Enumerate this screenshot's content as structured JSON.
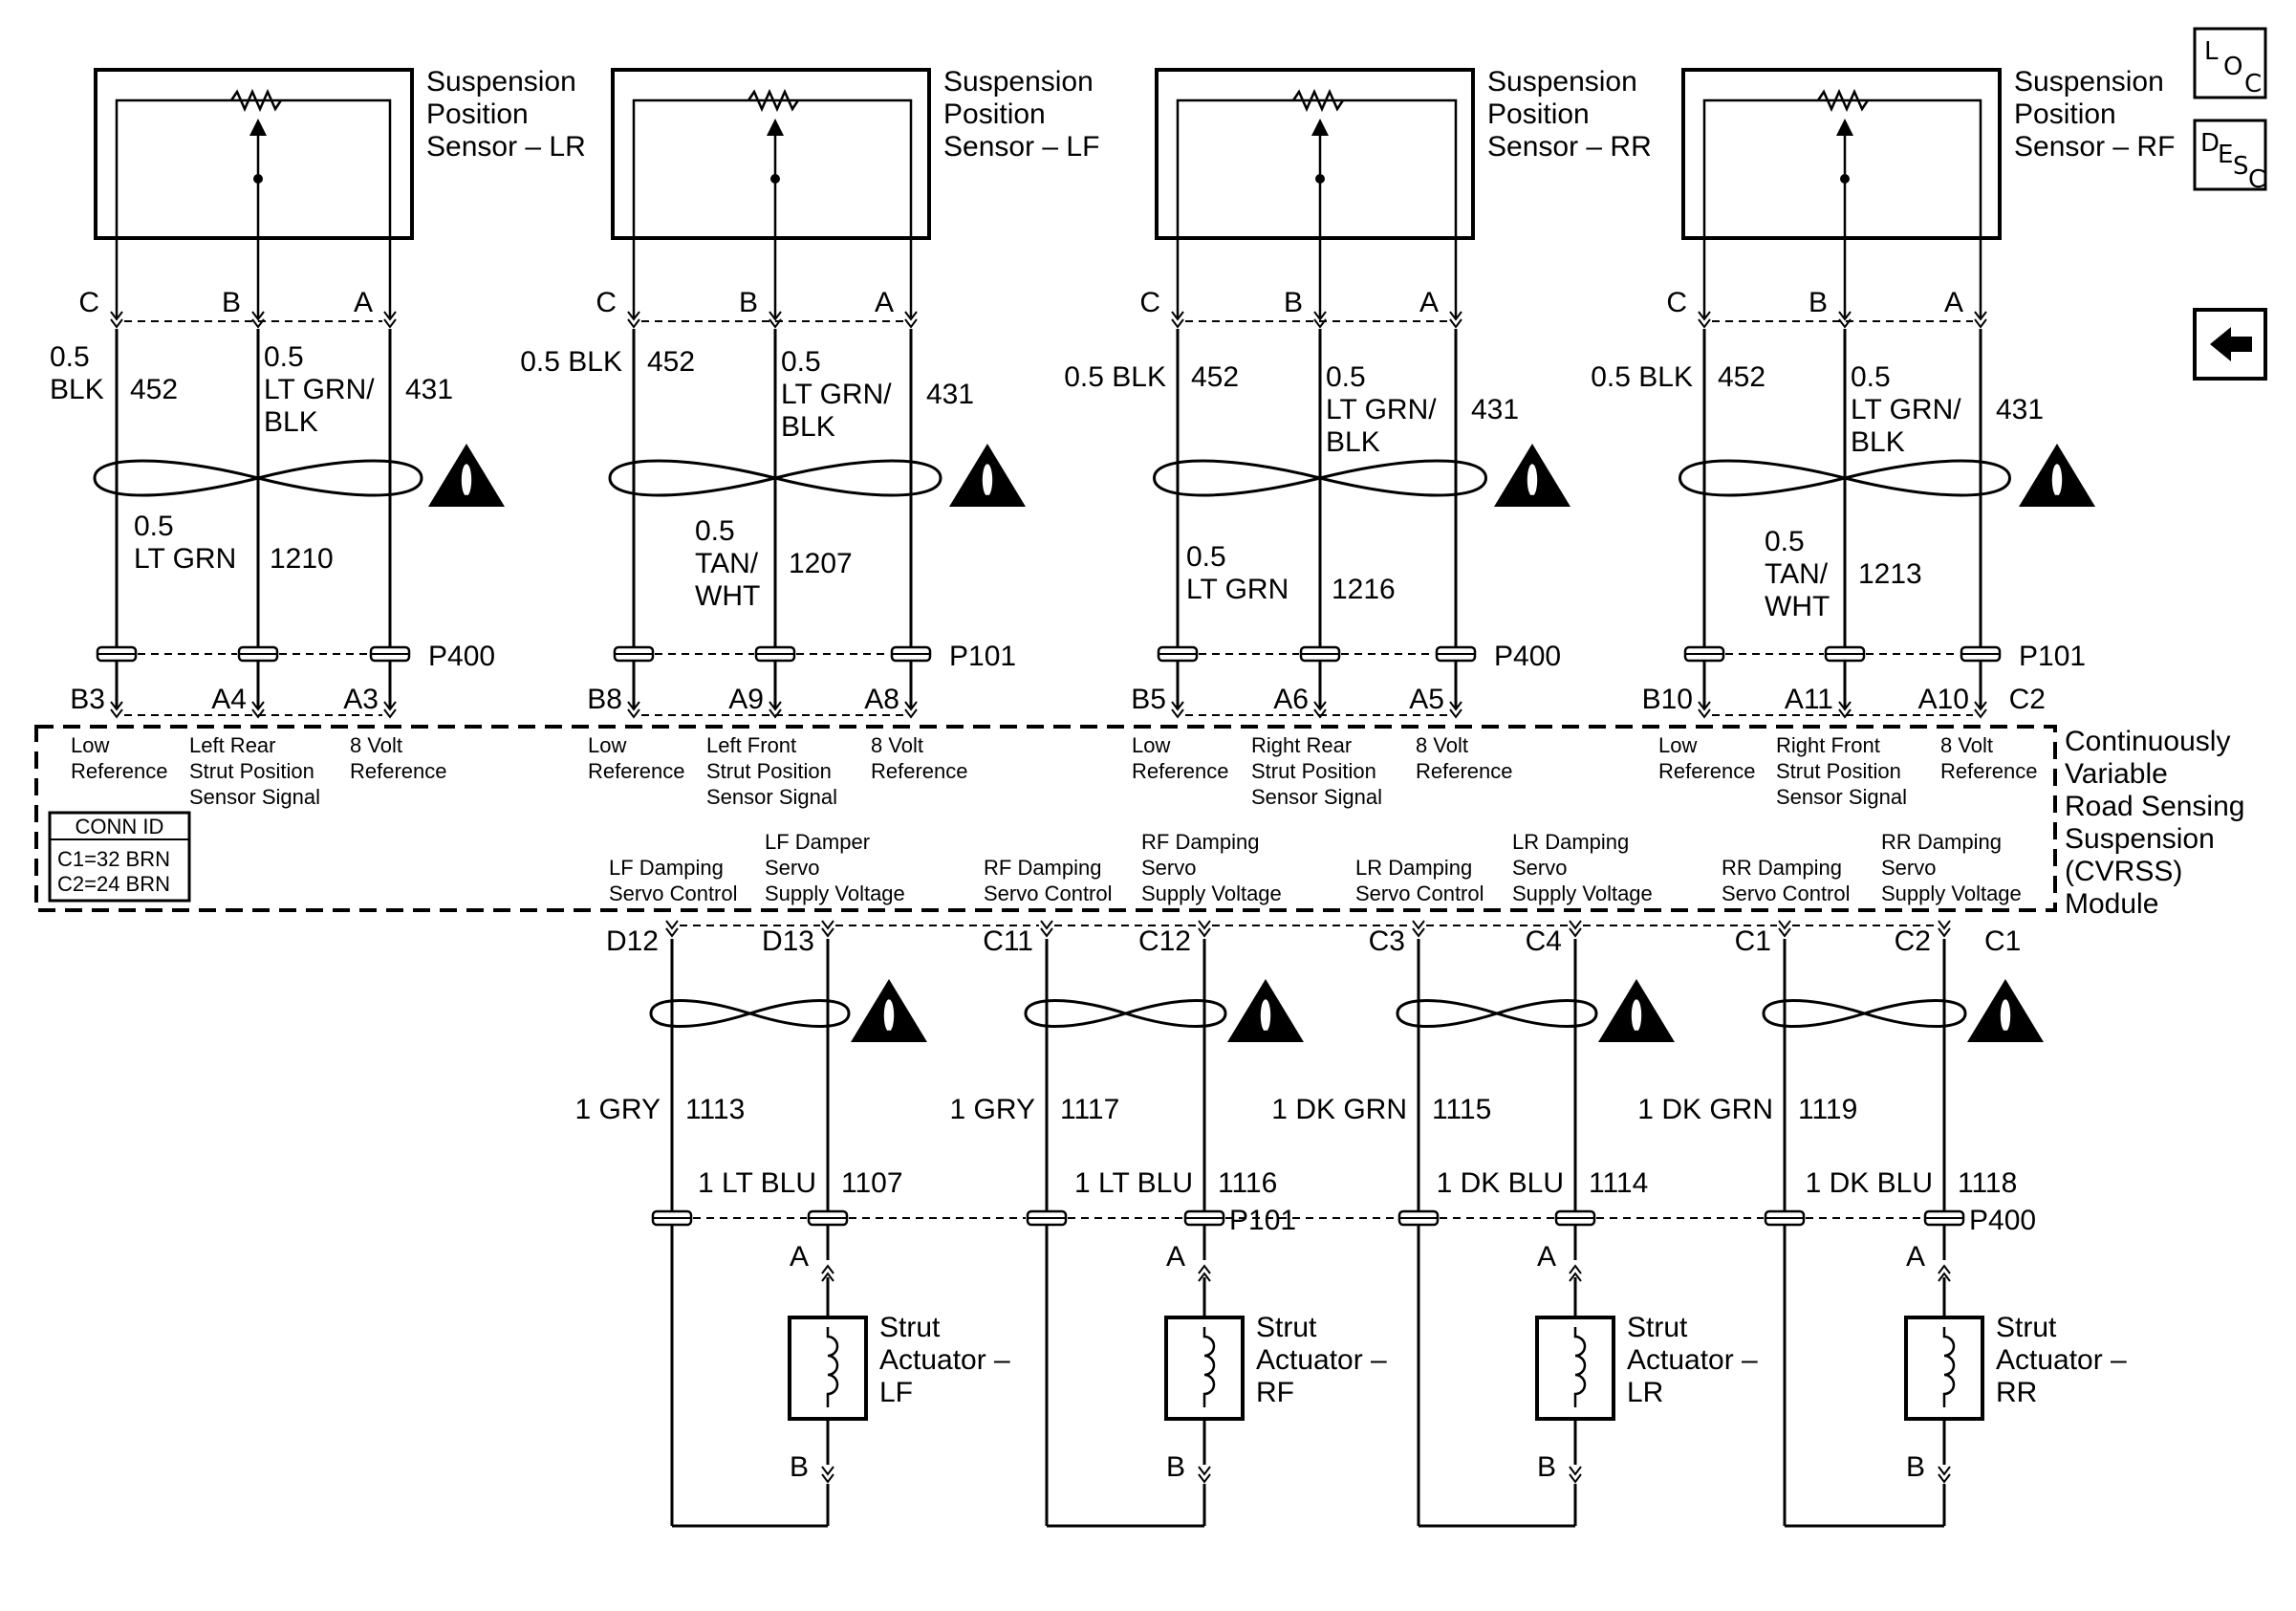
{
  "module": {
    "title_lines": [
      "Continuously",
      "Variable",
      "Road Sensing",
      "Suspension",
      "(CVRSS)",
      "Module"
    ],
    "conn_id": {
      "header": "CONN ID",
      "lines": [
        "C1=32 BRN",
        "C2=24 BRN"
      ]
    },
    "connector_label": "C2"
  },
  "nav": {
    "loc_icon": "L O C",
    "desc_icon": "D E S C",
    "back_icon": "back-arrow"
  },
  "sensors": [
    {
      "name_lines": [
        "Suspension",
        "Position",
        "Sensor – LR"
      ],
      "pins": [
        "C",
        "B",
        "A"
      ],
      "wire_c": {
        "size": "0.5",
        "color": "BLK",
        "circuit": "452"
      },
      "wire_b": {
        "size": "0.5",
        "color_lines": [
          "LT GRN/",
          "BLK"
        ],
        "circuit": "431"
      },
      "lower": {
        "size": "0.5",
        "color_lines": [
          "LT GRN"
        ],
        "circuit": "1210"
      },
      "inline_connector": "P400",
      "module_pins": [
        "B3",
        "A4",
        "A3"
      ],
      "signals": [
        [
          "Low",
          "Reference"
        ],
        [
          "Left Rear",
          "Strut Position",
          "Sensor Signal"
        ],
        [
          "8 Volt",
          "Reference"
        ]
      ]
    },
    {
      "name_lines": [
        "Suspension",
        "Position",
        "Sensor – LF"
      ],
      "pins": [
        "C",
        "B",
        "A"
      ],
      "wire_c": {
        "size": "0.5",
        "color": "BLK",
        "circuit": "452"
      },
      "wire_b": {
        "size": "0.5",
        "color_lines": [
          "LT GRN/",
          "BLK"
        ],
        "circuit": "431"
      },
      "lower": {
        "size": "0.5",
        "color_lines": [
          "TAN/",
          "WHT"
        ],
        "circuit": "1207"
      },
      "inline_connector": "P101",
      "module_pins": [
        "B8",
        "A9",
        "A8"
      ],
      "signals": [
        [
          "Low",
          "Reference"
        ],
        [
          "Left Front",
          "Strut Position",
          "Sensor Signal"
        ],
        [
          "8 Volt",
          "Reference"
        ]
      ]
    },
    {
      "name_lines": [
        "Suspension",
        "Position",
        "Sensor – RR"
      ],
      "pins": [
        "C",
        "B",
        "A"
      ],
      "wire_c": {
        "size": "0.5",
        "color": "BLK",
        "circuit": "452"
      },
      "wire_b": {
        "size": "0.5",
        "color_lines": [
          "LT GRN/",
          "BLK"
        ],
        "circuit": "431"
      },
      "lower": {
        "size": "0.5",
        "color_lines": [
          "LT GRN"
        ],
        "circuit": "1216"
      },
      "inline_connector": "P400",
      "module_pins": [
        "B5",
        "A6",
        "A5"
      ],
      "signals": [
        [
          "Low",
          "Reference"
        ],
        [
          "Right Rear",
          "Strut Position",
          "Sensor Signal"
        ],
        [
          "8 Volt",
          "Reference"
        ]
      ]
    },
    {
      "name_lines": [
        "Suspension",
        "Position",
        "Sensor – RF"
      ],
      "pins": [
        "C",
        "B",
        "A"
      ],
      "wire_c": {
        "size": "0.5",
        "color": "BLK",
        "circuit": "452"
      },
      "wire_b": {
        "size": "0.5",
        "color_lines": [
          "LT GRN/",
          "BLK"
        ],
        "circuit": "431"
      },
      "lower": {
        "size": "0.5",
        "color_lines": [
          "TAN/",
          "WHT"
        ],
        "circuit": "1213"
      },
      "inline_connector": "P101",
      "module_pins": [
        "B10",
        "A11",
        "A10"
      ],
      "signals": [
        [
          "Low",
          "Reference"
        ],
        [
          "Right Front",
          "Strut Position",
          "Sensor Signal"
        ],
        [
          "8 Volt",
          "Reference"
        ]
      ]
    }
  ],
  "actuators": [
    {
      "name_lines": [
        "Strut",
        "Actuator –",
        "LF"
      ],
      "control": {
        "label_lines": [
          "LF Damping",
          "Servo Control"
        ],
        "pin": "D12",
        "wire": "1 GRY",
        "circuit": "1113"
      },
      "supply": {
        "label_lines": [
          "LF Damper",
          "Servo",
          "Supply Voltage"
        ],
        "pin": "D13",
        "wire": "1 LT BLU",
        "circuit": "1107"
      },
      "inline_connector": "",
      "terminals": [
        "A",
        "B"
      ]
    },
    {
      "name_lines": [
        "Strut",
        "Actuator –",
        "RF"
      ],
      "control": {
        "label_lines": [
          "RF Damping",
          "Servo Control"
        ],
        "pin": "C11",
        "wire": "1 GRY",
        "circuit": "1117"
      },
      "supply": {
        "label_lines": [
          "RF Damping",
          "Servo",
          "Supply Voltage"
        ],
        "pin": "C12",
        "wire": "1 LT BLU",
        "circuit": "1116"
      },
      "inline_connector": "P101",
      "terminals": [
        "A",
        "B"
      ]
    },
    {
      "name_lines": [
        "Strut",
        "Actuator –",
        "LR"
      ],
      "control": {
        "label_lines": [
          "LR Damping",
          "Servo Control"
        ],
        "pin": "C3",
        "wire": "1 DK GRN",
        "circuit": "1115"
      },
      "supply": {
        "label_lines": [
          "LR Damping",
          "Servo",
          "Supply Voltage"
        ],
        "pin": "C4",
        "wire": "1 DK BLU",
        "circuit": "1114"
      },
      "inline_connector": "",
      "terminals": [
        "A",
        "B"
      ]
    },
    {
      "name_lines": [
        "Strut",
        "Actuator –",
        "RR"
      ],
      "control": {
        "label_lines": [
          "RR Damping",
          "Servo Control"
        ],
        "pin": "C1",
        "wire": "1 DK GRN",
        "circuit": "1119"
      },
      "supply": {
        "label_lines": [
          "RR Damping",
          "Servo",
          "Supply Voltage"
        ],
        "pin": "C2",
        "wire": "1 DK BLU",
        "circuit": "1118"
      },
      "inline_connector": "P400",
      "terminals": [
        "A",
        "B"
      ]
    }
  ],
  "extra_connector_label": "C1"
}
